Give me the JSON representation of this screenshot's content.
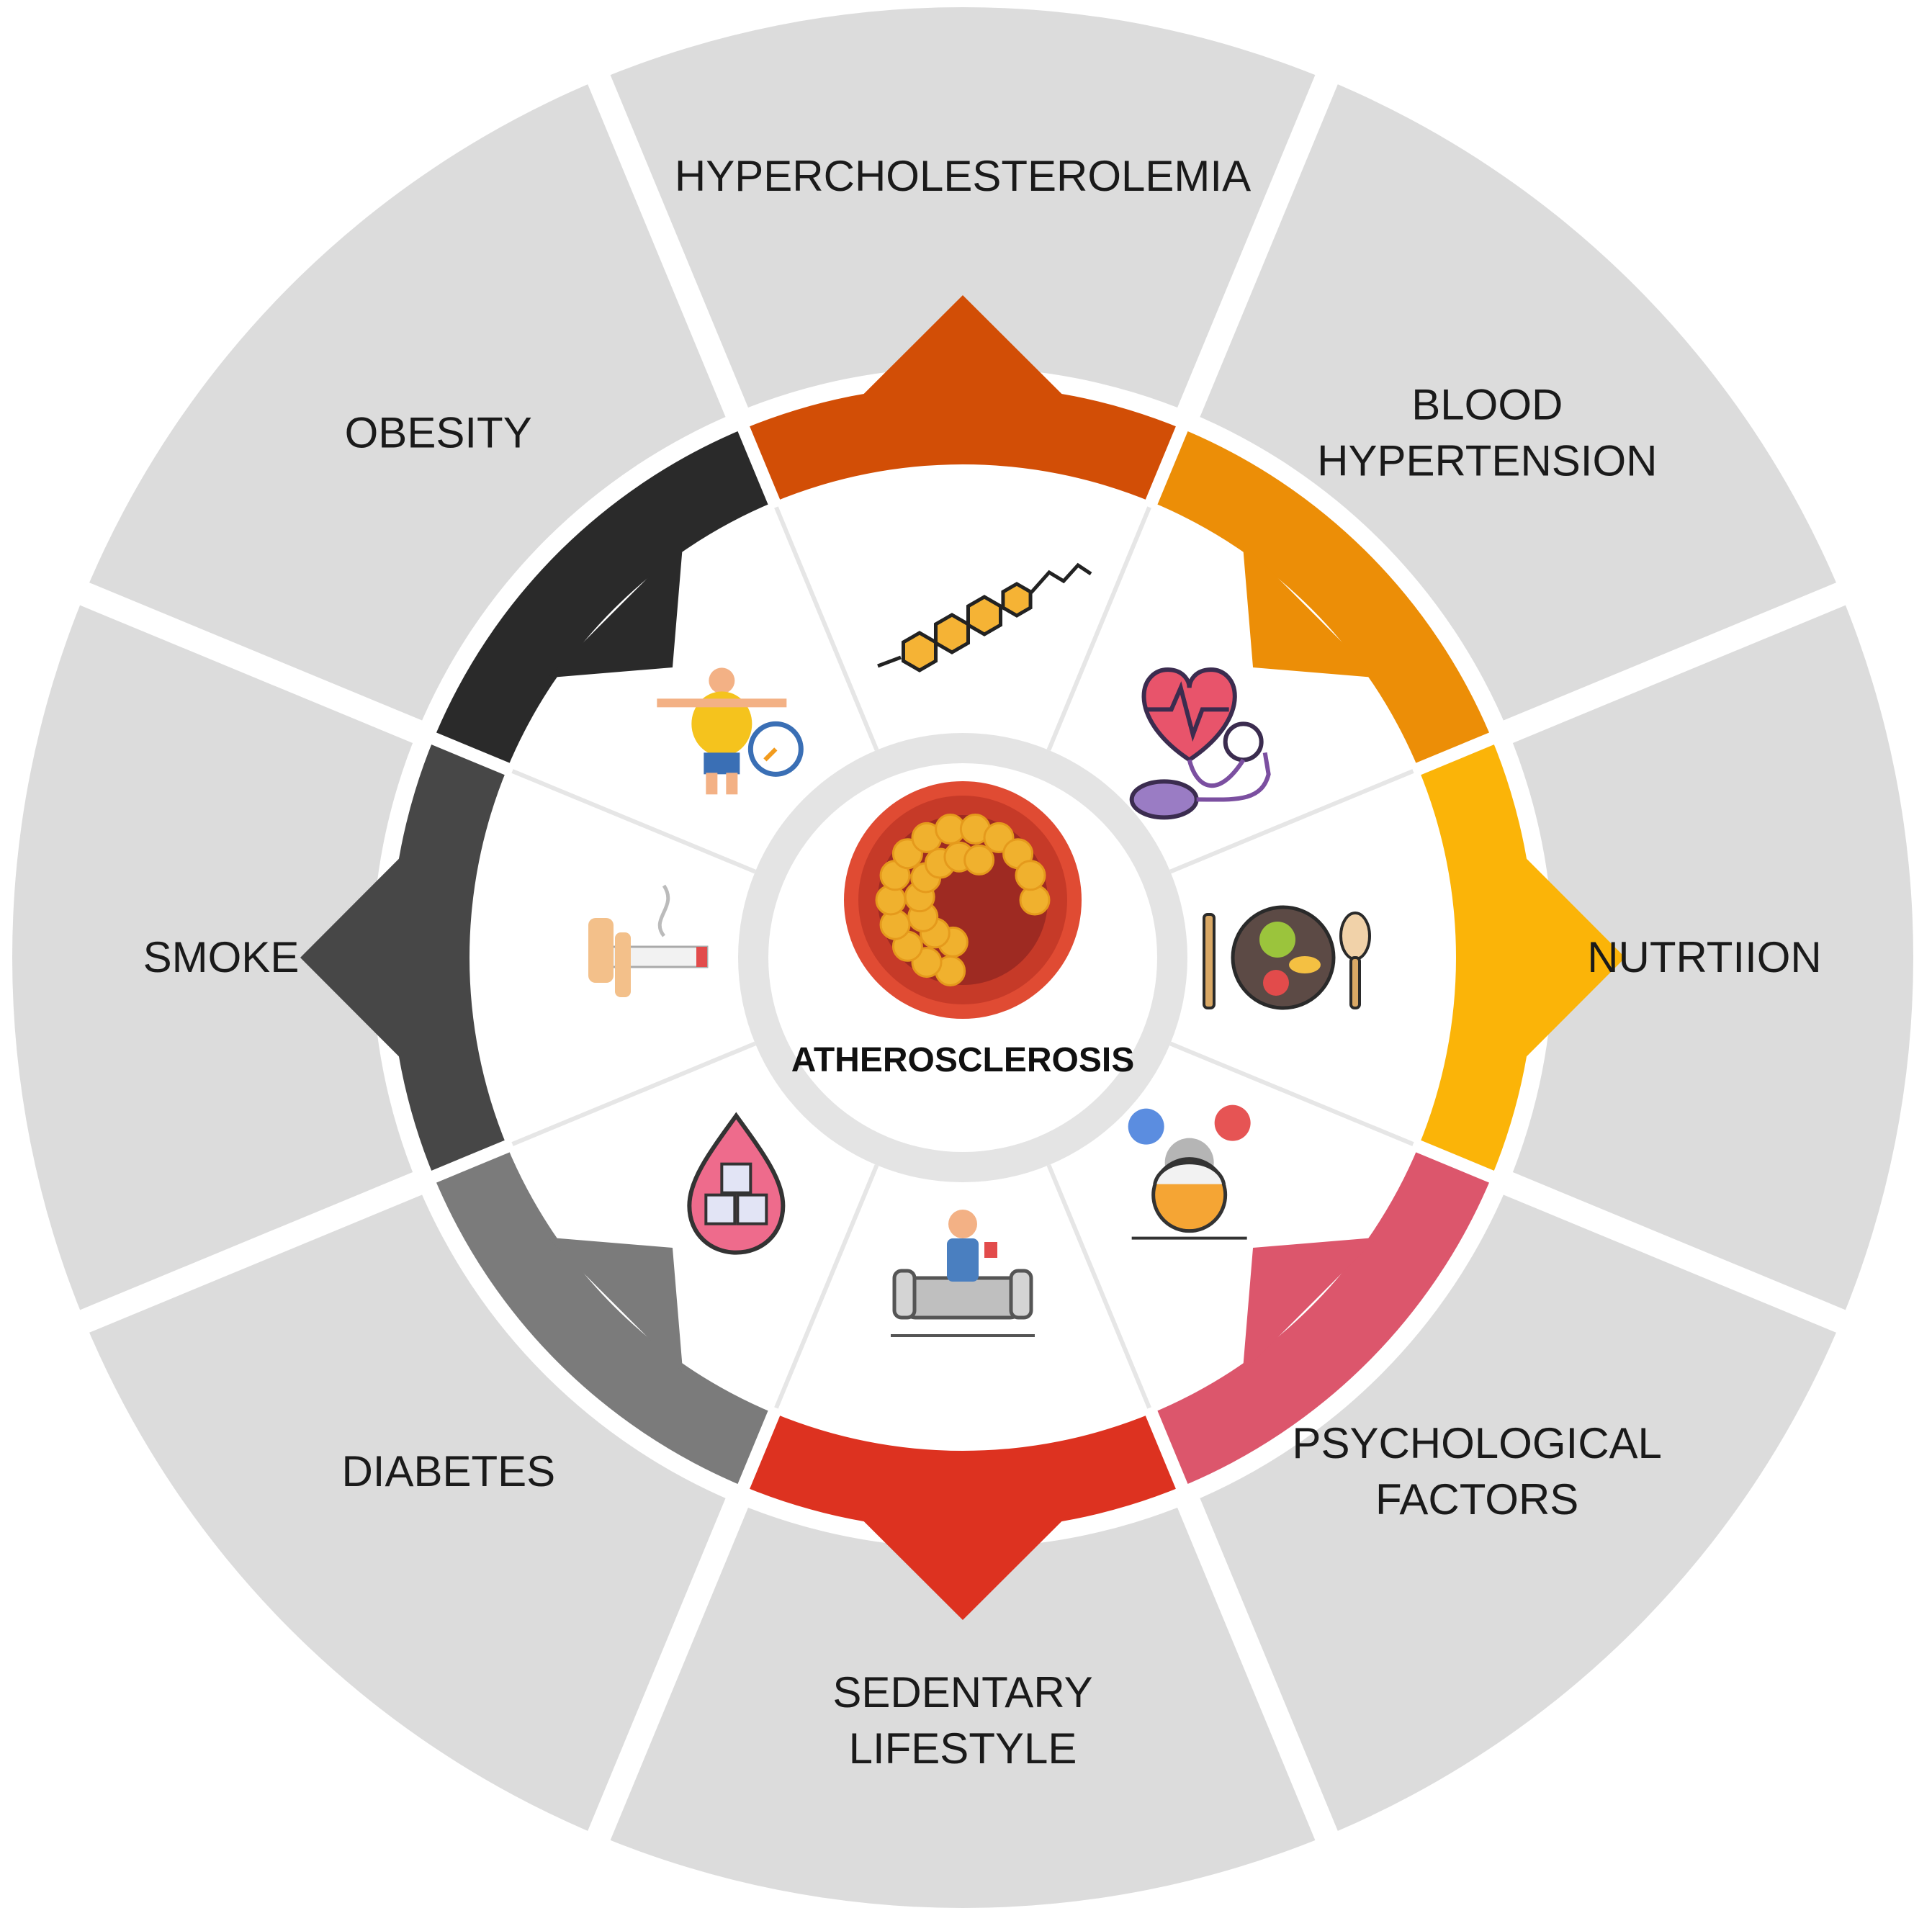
{
  "center": {
    "label": "ATHEROSCLEROSIS",
    "icon": "artery-plaque-icon",
    "colors": {
      "vessel": "#e04b33",
      "lumen": "#9e2a22",
      "plaque": "#f0b12e"
    }
  },
  "background_color": "#dcdcdc",
  "factors": [
    {
      "id": "hypercholesterolemia",
      "lines": [
        "HYPERCHOLESTEROLEMIA"
      ],
      "icon": "cholesterol-molecule-icon",
      "color": "#d24e06",
      "arrow": "out"
    },
    {
      "id": "blood-hypertension",
      "lines": [
        "BLOOD",
        "HYPERTENSION"
      ],
      "icon": "blood-pressure-heart-icon",
      "color": "#ec8e07",
      "arrow": "in"
    },
    {
      "id": "nutrition",
      "lines": [
        "NUTRTIION"
      ],
      "icon": "plate-food-icon",
      "color": "#fbb408",
      "arrow": "out"
    },
    {
      "id": "psychological-factors",
      "lines": [
        "PSYCHOLOGICAL",
        "FACTORS"
      ],
      "icon": "mood-head-icon",
      "color": "#dc566c",
      "arrow": "in"
    },
    {
      "id": "sedentary-lifestyle",
      "lines": [
        "SEDENTARY",
        "LIFESTYLE"
      ],
      "icon": "person-on-sofa-icon",
      "color": "#dd3220",
      "arrow": "out"
    },
    {
      "id": "diabetes",
      "lines": [
        "DIABETES"
      ],
      "icon": "sugar-drop-icon",
      "color": "#7b7b7b",
      "arrow": "in"
    },
    {
      "id": "smoke",
      "lines": [
        "SMOKE"
      ],
      "icon": "cigarette-icon",
      "color": "#474747",
      "arrow": "out"
    },
    {
      "id": "obesity",
      "lines": [
        "OBESITY"
      ],
      "icon": "overweight-person-icon",
      "color": "#2a2a2a",
      "arrow": "in"
    }
  ]
}
